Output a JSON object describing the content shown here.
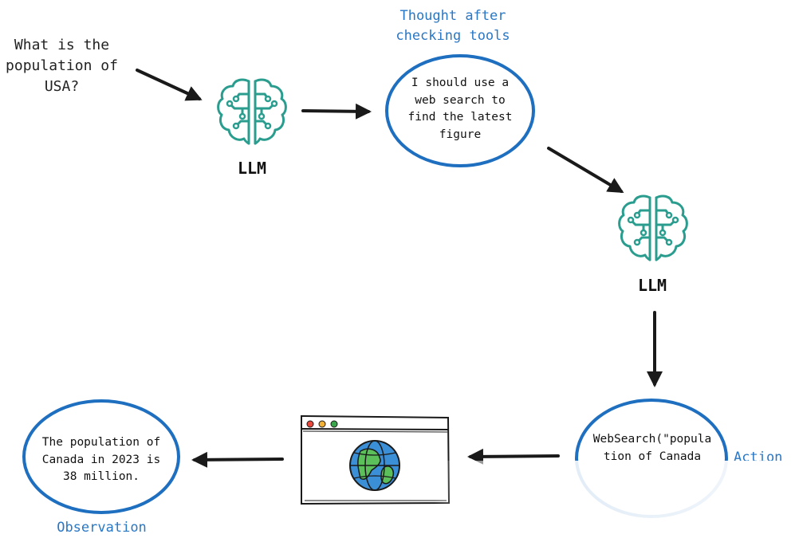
{
  "question": "What is the\npopulation of\nUSA?",
  "llm_top": {
    "label": "LLM",
    "icon": "brain-circuit-icon"
  },
  "llm_mid": {
    "label": "LLM",
    "icon": "brain-circuit-icon"
  },
  "thought": {
    "label": "Thought after\nchecking tools",
    "text": "I should use a\nweb search to\nfind the latest\nfigure"
  },
  "action": {
    "label": "Action",
    "text": "WebSearch(\"popula\ntion of Canada"
  },
  "observation": {
    "label": "Observation",
    "text": "The population of\nCanada in 2023 is\n38 million."
  },
  "browser": {
    "icon": "browser-window-icon",
    "globe_icon": "globe-icon"
  },
  "colors": {
    "llm_green": "#2a9d8f",
    "label_blue": "#2a77c4",
    "ellipse_blue": "#1e6fc0",
    "arrow": "#1a1a1a",
    "dot_red": "#e9483b",
    "dot_yellow": "#f2b135",
    "dot_green": "#3aa64b",
    "globe_ocean": "#3b8fd6",
    "globe_land": "#5bbf5a"
  }
}
